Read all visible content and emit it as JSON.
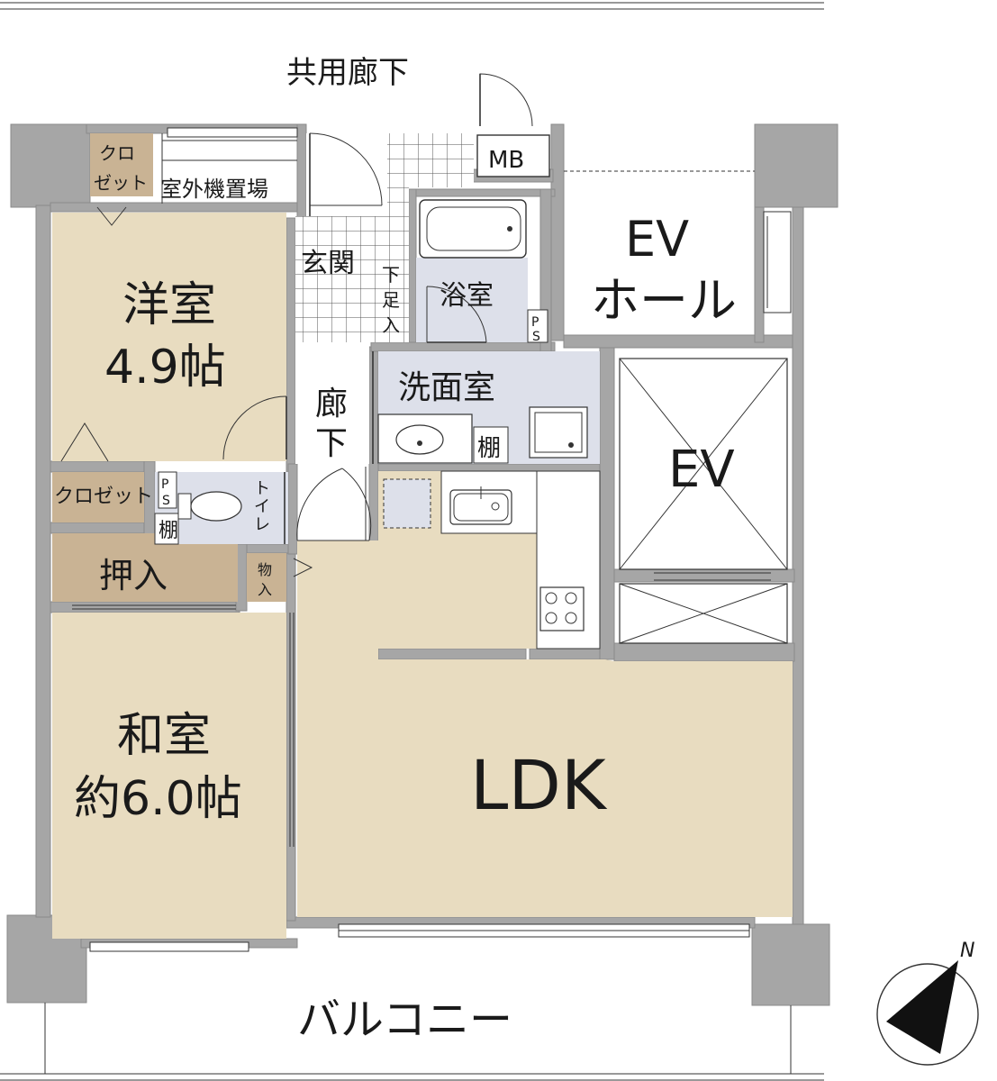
{
  "rooms": {
    "corridor_common": "共用廊下",
    "closet_top": [
      "クロ",
      "ゼット"
    ],
    "outdoor_unit": "室外機置場",
    "western_room": [
      "洋室",
      "4.9帖"
    ],
    "entrance": "玄関",
    "shoe_storage": [
      "下",
      "足",
      "入"
    ],
    "mb": "MB",
    "bath": "浴室",
    "ps_bath": [
      "P",
      "S"
    ],
    "ev_hall": [
      "EV",
      "ホール"
    ],
    "hallway": [
      "廊",
      "下"
    ],
    "washroom": "洗面室",
    "shelf_wash": "棚",
    "ev": "EV",
    "closet_mid": "クロゼット",
    "ps_toilet": [
      "P",
      "S"
    ],
    "toilet": [
      "ト",
      "イ",
      "レ"
    ],
    "shelf_toilet": "棚",
    "oshiire": "押入",
    "storage_small": [
      "物",
      "入"
    ],
    "japanese_room": [
      "和室",
      "約6.0帖"
    ],
    "ldk": "LDK",
    "balcony": "バルコニー"
  },
  "compass": {
    "label": "N"
  },
  "colors": {
    "wall": "#a6a6a6",
    "wood_floor": "#e8dcc0",
    "storage": "#c9b394",
    "wet_area": "#dde0ea"
  }
}
